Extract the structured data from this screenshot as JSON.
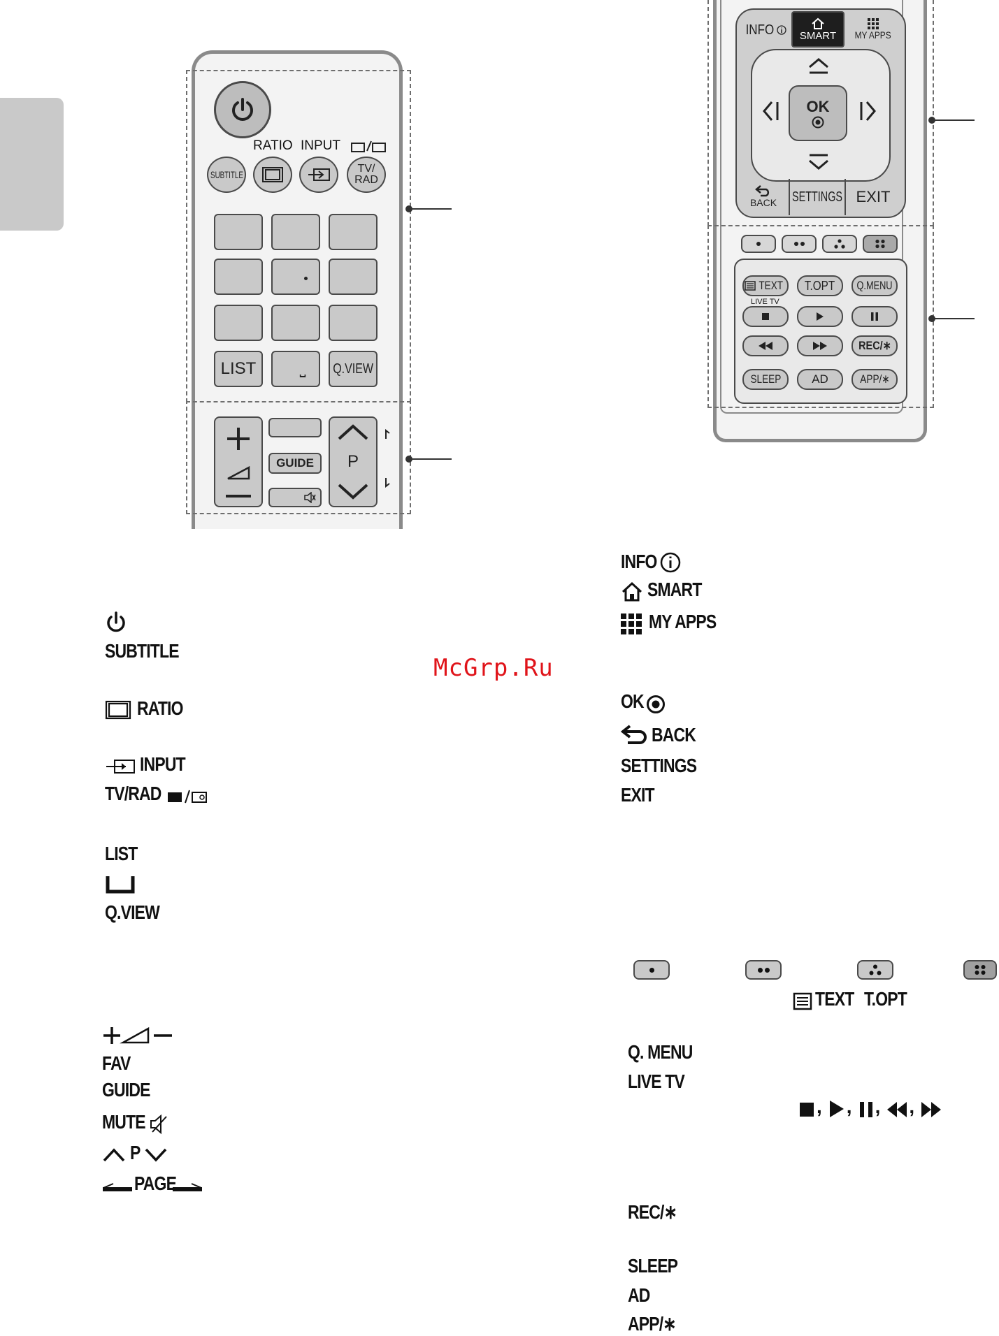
{
  "watermark": "McGrp.Ru",
  "remote_a": {
    "ratio_label": "RATIO",
    "input_label": "INPUT",
    "subtitle_btn": "SUBTITLE",
    "tvrad_btn_line1": "TV/",
    "tvrad_btn_line2": "RAD",
    "list_btn": "LIST",
    "space_btn": "⎵",
    "qview_btn": "Q.VIEW",
    "guide_btn": "GUIDE",
    "p_label": "P"
  },
  "remote_b": {
    "info_btn": "INFO",
    "smart_btn": "SMART",
    "myapps_btn": "MY APPS",
    "ok_btn": "OK",
    "back_btn": "BACK",
    "settings_btn": "SETTINGS",
    "exit_btn": "EXIT",
    "text_btn": "TEXT",
    "topt_btn": "T.OPT",
    "qmenu_btn": "Q.MENU",
    "livetv_label": "LIVE TV",
    "rec_btn": "REC/∗",
    "sleep_btn": "SLEEP",
    "ad_btn": "AD",
    "app_btn": "APP/∗"
  },
  "left_list": {
    "subtitle": "SUBTITLE",
    "ratio": "RATIO",
    "input": "INPUT",
    "tvrad": "TV/RAD",
    "list": "LIST",
    "qview": "Q.VIEW",
    "fav": "FAV",
    "guide": "GUIDE",
    "mute": "MUTE",
    "p": "P",
    "page": "PAGE"
  },
  "right_list": {
    "info": "INFO",
    "smart": "SMART",
    "myapps": "MY APPS",
    "ok": "OK",
    "back": "BACK",
    "settings": "SETTINGS",
    "exit": "EXIT",
    "text": "TEXT",
    "topt": "T.OPT",
    "qmenu": "Q. MENU",
    "livetv": "LIVE TV",
    "media_separator": ",",
    "rec": "REC/∗",
    "sleep": "SLEEP",
    "ad": "AD",
    "app": "APP/∗"
  }
}
